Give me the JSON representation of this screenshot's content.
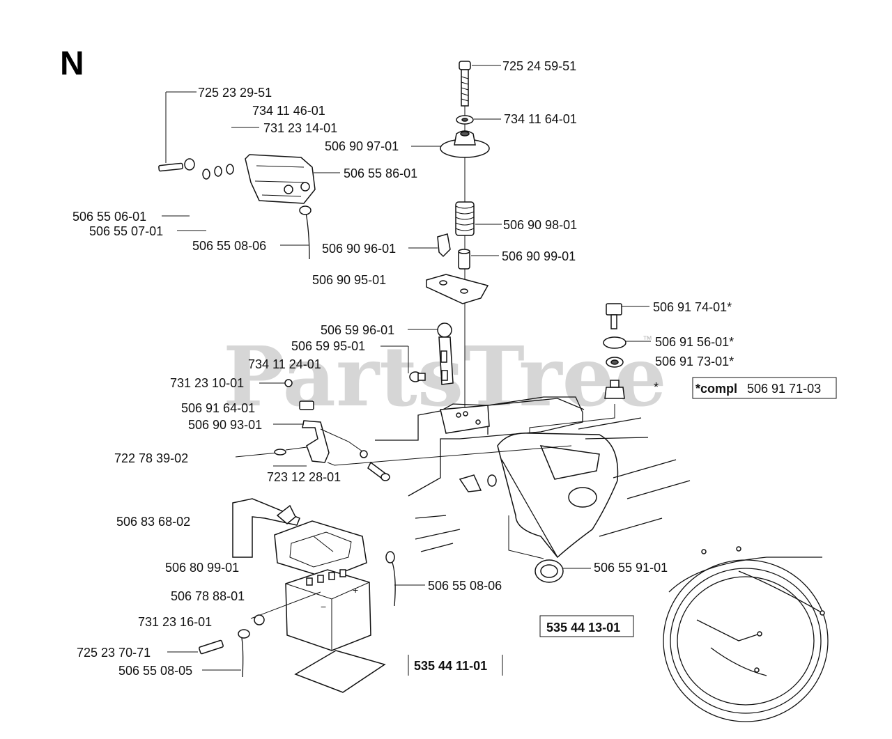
{
  "section_letter": "N",
  "watermark": "PartsTree",
  "trademark": "™",
  "labels": {
    "p725_24_59_51": "725 24 59-51",
    "p734_11_64_01": "734 11 64-01",
    "p506_90_97_01": "506 90 97-01",
    "p506_90_98_01": "506 90 98-01",
    "p506_90_96_01": "506 90 96-01",
    "p506_90_99_01": "506 90 99-01",
    "p506_90_95_01": "506 90 95-01",
    "p725_23_29_51": "725 23 29-51",
    "p734_11_46_01": "734 11 46-01",
    "p731_23_14_01": "731 23 14-01",
    "p506_55_86_01": "506 55 86-01",
    "p506_55_06_01": "506 55 06-01",
    "p506_55_07_01": "506 55 07-01",
    "p506_55_08_06_top": "506 55 08-06",
    "p506_91_74_01": "506 91 74-01*",
    "p506_91_56_01": "506 91 56-01*",
    "p506_91_73_01": "506 91 73-01*",
    "asterisk": "*",
    "compl_prefix": "*compl",
    "compl_number": "506 91 71-03",
    "p506_59_96_01": "506 59 96-01",
    "p506_59_95_01": "506 59 95-01",
    "p734_11_24_01": "734 11 24-01",
    "p731_23_10_01": "731 23 10-01",
    "p506_91_64_01": "506 91 64-01",
    "p506_90_93_01": "506 90 93-01",
    "p722_78_39_02": "722 78 39-02",
    "p723_12_28_01": "723 12 28-01",
    "p506_83_68_02": "506 83 68-02",
    "p506_80_99_01": "506 80 99-01",
    "p506_78_88_01": "506 78 88-01",
    "p731_23_16_01": "731 23 16-01",
    "p725_23_70_71": "725 23 70-71",
    "p506_55_08_05": "506 55 08-05",
    "p506_55_08_06_bot": "506 55 08-06",
    "p506_55_91_01": "506 55 91-01",
    "kit_535_44_13_01": "535 44 13-01",
    "kit_535_44_11_01": "535 44 11-01"
  }
}
